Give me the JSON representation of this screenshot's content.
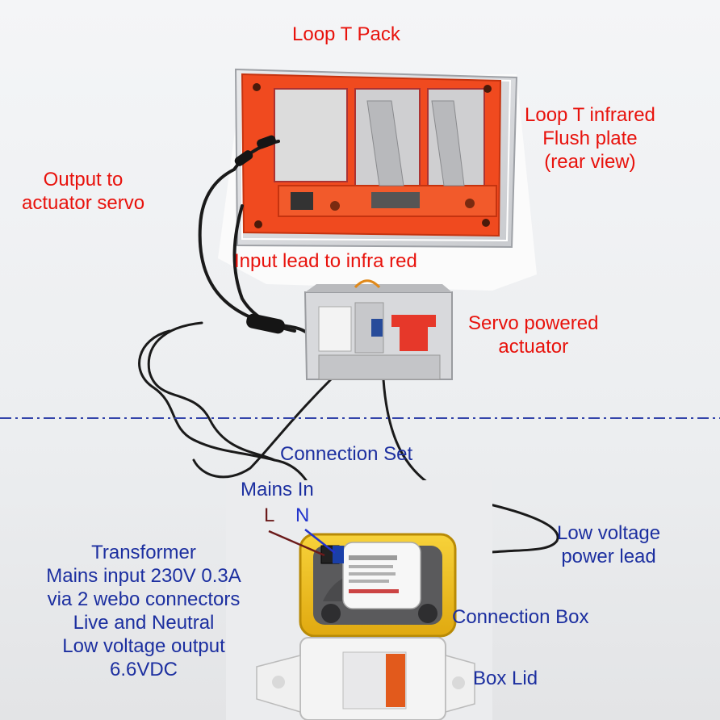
{
  "labels": {
    "loop_t_pack": "Loop T Pack",
    "flush_plate": [
      "Loop T infrared",
      "Flush plate",
      "(rear view)"
    ],
    "output_servo": [
      "Output to",
      "actuator servo"
    ],
    "input_lead": "Input lead to infra red",
    "servo_actuator": [
      "Servo powered",
      "actuator"
    ],
    "connection_set": "Connection Set",
    "mains_in": "Mains In",
    "live": "L",
    "neutral": "N",
    "low_voltage_lead": [
      "Low voltage",
      "power lead"
    ],
    "transformer": [
      "Transformer",
      "Mains input 230V 0.3A",
      "via 2 webo connectors",
      "Live and Neutral",
      "Low voltage output",
      "6.6VDC"
    ],
    "connection_box": "Connection Box",
    "box_lid": "Box Lid"
  },
  "colors": {
    "red_label": "#e8120c",
    "blue_label": "#1c2fa0",
    "orange_frame": "#f04a1f",
    "yellow_box": "#f2c21a",
    "divider": "#3344aa",
    "live_wire": "#6b1a1a",
    "neutral_wire": "#2233cc"
  },
  "icons": {
    "plate": "loop-t-pack-frame",
    "actuator": "servo-actuator-unit",
    "box": "yellow-connection-box",
    "transformer": "transformer-module",
    "lid": "box-lid"
  }
}
